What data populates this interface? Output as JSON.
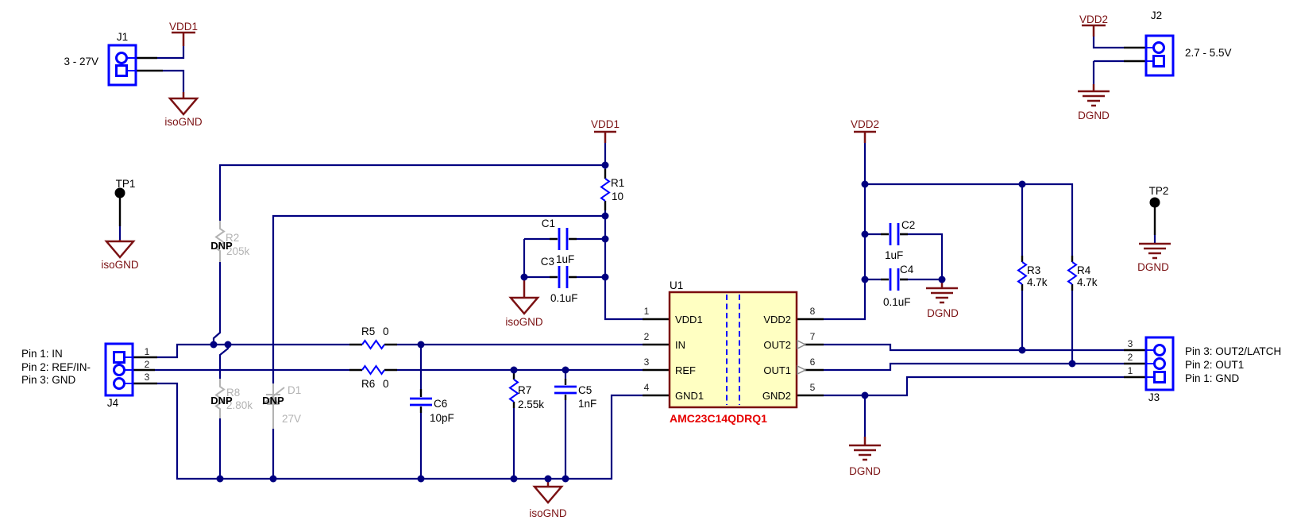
{
  "labels": {
    "isognd": "isoGND",
    "dgnd": "DGND"
  },
  "rails": {
    "vdd1": "VDD1",
    "vdd2": "VDD2"
  },
  "testpoints": {
    "tp1": "TP1",
    "tp2": "TP2"
  },
  "connectors": {
    "j1": {
      "ref": "J1",
      "range": "3 - 27V"
    },
    "j2": {
      "ref": "J2",
      "range": "2.7 - 5.5V"
    },
    "j3": {
      "ref": "J3",
      "nums": [
        "3",
        "2",
        "1"
      ],
      "desc": [
        "Pin 3: OUT2/LATCH",
        "Pin 2: OUT1",
        "Pin 1: GND"
      ]
    },
    "j4": {
      "ref": "J4",
      "nums": [
        "1",
        "2",
        "3"
      ],
      "desc": [
        "Pin 1: IN",
        "Pin 2: REF/IN-",
        "Pin 3: GND"
      ]
    }
  },
  "resistors": {
    "r1": {
      "ref": "R1",
      "value": "10"
    },
    "r2": {
      "ref": "R2",
      "value": "205k",
      "dnp": "DNP"
    },
    "r3": {
      "ref": "R3",
      "value": "4.7k"
    },
    "r4": {
      "ref": "R4",
      "value": "4.7k"
    },
    "r5": {
      "ref": "R5",
      "value": "0"
    },
    "r6": {
      "ref": "R6",
      "value": "0"
    },
    "r7": {
      "ref": "R7",
      "value": "2.55k"
    },
    "r8": {
      "ref": "R8",
      "value": "2.80k",
      "dnp": "DNP"
    }
  },
  "capacitors": {
    "c1": {
      "ref": "C1",
      "value": "1uF"
    },
    "c2": {
      "ref": "C2",
      "value": "1uF"
    },
    "c3": {
      "ref": "C3",
      "value": "0.1uF"
    },
    "c4": {
      "ref": "C4",
      "value": "0.1uF"
    },
    "c5": {
      "ref": "C5",
      "value": "1nF"
    },
    "c6": {
      "ref": "C6",
      "value": "10pF"
    }
  },
  "diodes": {
    "d1": {
      "ref": "D1",
      "value": "27V",
      "dnp": "DNP"
    }
  },
  "ic": {
    "ref": "U1",
    "part": "AMC23C14QDRQ1",
    "left_pins": [
      {
        "num": "1",
        "name": "VDD1"
      },
      {
        "num": "2",
        "name": "IN"
      },
      {
        "num": "3",
        "name": "REF"
      },
      {
        "num": "4",
        "name": "GND1"
      }
    ],
    "right_pins": [
      {
        "num": "8",
        "name": "VDD2"
      },
      {
        "num": "7",
        "name": "OUT2"
      },
      {
        "num": "6",
        "name": "OUT1"
      },
      {
        "num": "5",
        "name": "GND2"
      }
    ]
  },
  "colors": {
    "net": "#000080",
    "component_blue": "#0000FF",
    "power_maroon": "#7B1113",
    "dnp_gray": "#B3B3B3",
    "ic_fill": "#FFFFC2",
    "ic_border": "#7B0D0D",
    "part_number_red": "#E60000"
  }
}
